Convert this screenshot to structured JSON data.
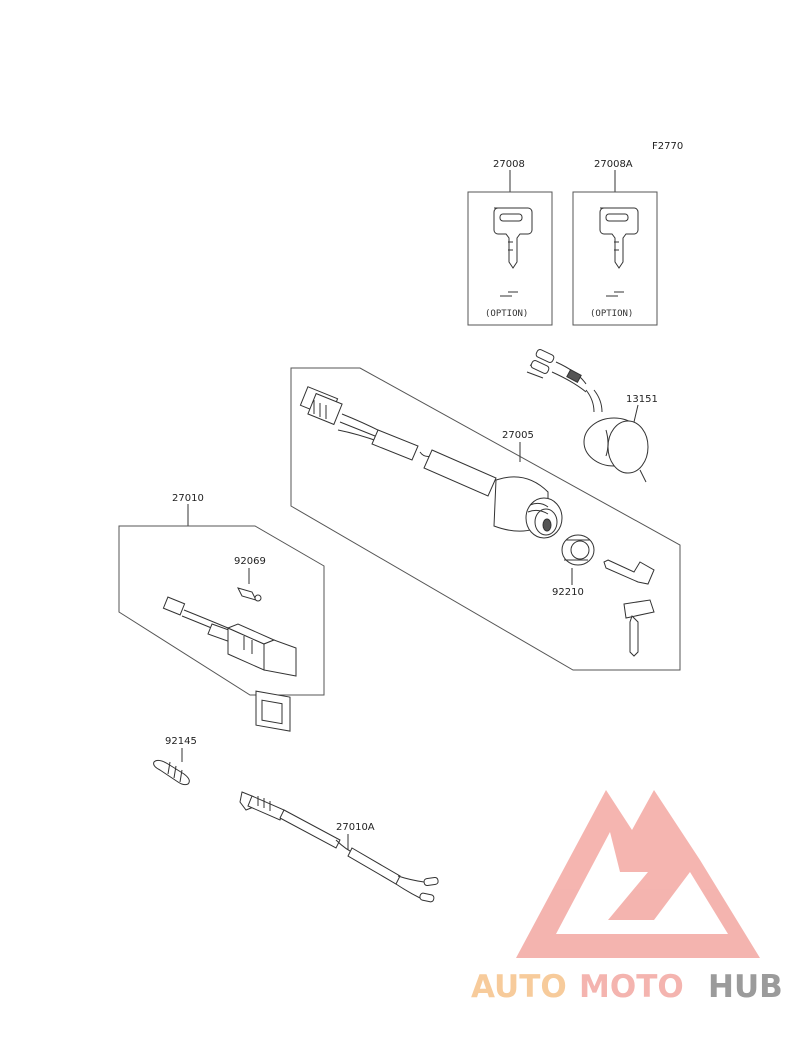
{
  "figure_code": "F2770",
  "labels": {
    "key_a": "27008",
    "key_b": "27008A",
    "switch_cover": "13151",
    "ignition_switch": "27005",
    "nut": "92210",
    "switch_assy": "27010",
    "bulb": "92069",
    "bulb_small": "92145",
    "switch_harness": "27010A"
  },
  "option_a": "(OPTION)",
  "option_b": "(OPTION)",
  "watermark": {
    "part1": "AUTO",
    "part2": "MOTO",
    "part3": "HUB",
    "color_auto": "#f6c38a",
    "color_moto": "#f3a8a2",
    "color_hub": "#8a8a8a",
    "color_logo": "#f3a8a2"
  }
}
